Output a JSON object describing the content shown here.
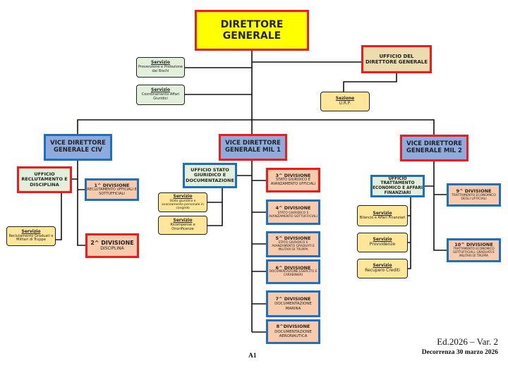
{
  "director": {
    "title": "DIRETTORE GENERALE"
  },
  "staff": {
    "servizio_prevenzione": {
      "label": "Servizio",
      "text": "Prevenzione e Protezione dai Rischi"
    },
    "servizio_coordinamento": {
      "label": "Servizio",
      "text": "Coordinamento Affari Giuridici"
    },
    "ufficio_dg": {
      "title": "UFFICIO DEL DIRETTORE GENERALE"
    },
    "sezione_urp": {
      "label": "Sezione",
      "text": "U.R.P."
    }
  },
  "civ": {
    "title": "VICE DIRETTORE GENERALE CIV",
    "ufficio": {
      "title": "UFFICIO RECLUTAMENTO E DISCIPLINA"
    },
    "servizio": {
      "label": "Servizio",
      "text": "Reclutamento Graduati e Militari di Truppa"
    },
    "div1": {
      "title": "1^ DIVISIONE",
      "text": "RECLUTAMENTO UFFICIALI E SOTTUFFICIALI"
    },
    "div2": {
      "title": "2^ DIVISIONE",
      "text": "DISCIPLINA"
    }
  },
  "mil1": {
    "title": "VICE DIRETTORE GENERALE MIL 1",
    "ufficio": {
      "title": "UFFICIO STATO GIURIDICO E DOCUMENTAZIONE"
    },
    "servizio1": {
      "label": "Servizio",
      "text": "Stato giuridico e avanzamento personale in congedo"
    },
    "servizio2": {
      "label": "Servizio",
      "text": "Ricompense e Onorificenze"
    },
    "div3": {
      "title": "3^ DIVISIONE",
      "text": "STATO GIURIDICO E AVANZAMENTO UFFICIALI"
    },
    "div4": {
      "title": "4^ DIVISIONE",
      "text": "STATO GIURIDICO E AVANZAMENTO SOTTUFFICIALI"
    },
    "div5": {
      "title": "5^ DIVISIONE",
      "text": "STATO GIURIDICO E AVANZAMENTO GRADUATI E MILITARI DI TRUPPA"
    },
    "div6": {
      "title": "6^ DIVISIONE",
      "text": "DOCUMENTAZIONE ESERCITO E CARABINIERI"
    },
    "div7": {
      "title": "7^ DIVISIONE",
      "text": "DOCUMENTAZIONE MARINA"
    },
    "div8": {
      "title": "8^DIVISIONE",
      "text": "DOCUMENTAZIONE AERONAUTICA"
    }
  },
  "mil2": {
    "title": "VICE DIRETTORE GENERALE MIL 2",
    "ufficio": {
      "title": "UFFICIO TRATTAMENTO ECONOMICO E AFFARI FINANZIARI"
    },
    "servizio1": {
      "label": "Servizio",
      "text": "Bilancio e Affari Finanziari"
    },
    "servizio2": {
      "label": "Servizio",
      "text": "Provvidenze"
    },
    "servizio3": {
      "label": "Servizio",
      "text": "Recupero Crediti"
    },
    "div9": {
      "title": "9^ DIVISIONE",
      "text": "TRATTAMENTO ECONOMICO DEGLI UFFICIALI"
    },
    "div10": {
      "title": "10^ DIVISIONE",
      "text": "TRATTAMENTO ECONOMICO SOTTUFFICIALI, GRADUATI E MILITARI DI TRUPPA"
    }
  },
  "footer": {
    "edition": "Ed.2026 – Var. 2",
    "effective": "Decorrenza 30 marzo 2026",
    "page": "A1"
  }
}
